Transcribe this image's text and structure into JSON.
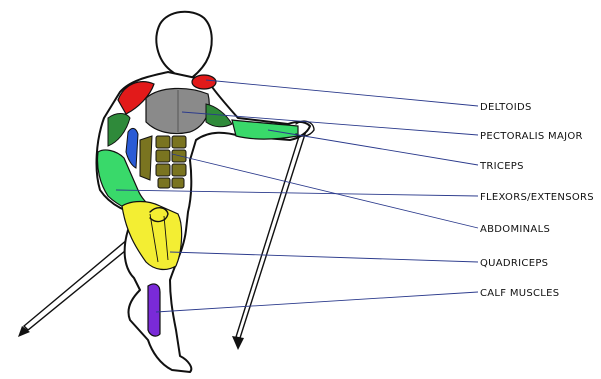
{
  "labels": {
    "deltoids": "DELTOIDS",
    "pectoralis_major": "PECTORALIS MAJOR",
    "triceps": "TRICEPS",
    "flexors_extensors": "FLEXORS/EXTENSORS",
    "abdominals": "ABDOMINALS",
    "quadriceps": "QUADRICEPS",
    "calf_muscles": "CALF MUSCLES"
  },
  "colors": {
    "deltoids": "#e21a1a",
    "pectoralis_major": "#8a8a8a",
    "triceps": "#2a5bd6",
    "flexors_extensors": "#39d96a",
    "abdominals": "#7a7420",
    "quadriceps": "#f3ee33",
    "calf_muscles": "#7a2ad8",
    "leader_line": "#2b3a8c",
    "lats": "#2f8a3a"
  }
}
